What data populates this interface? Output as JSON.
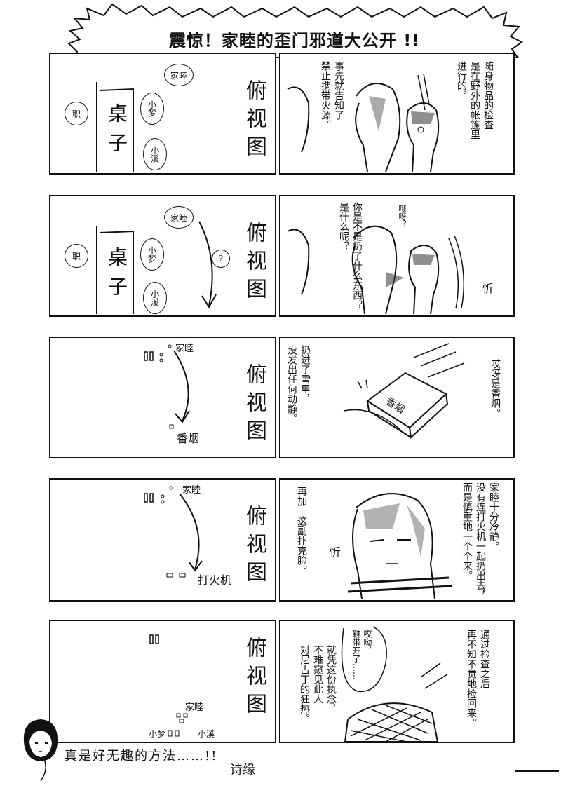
{
  "title": "震惊！家睦的歪门邪道大公开 !!",
  "rows": [
    {
      "left": {
        "view": "俯视图",
        "desk": "桌子",
        "people": [
          "职",
          "家睦",
          "小梦",
          "小溪"
        ]
      },
      "right": {
        "caption_a": "随身物品的检查\n是在野外的帐篷里\n进行的。",
        "caption_b": "事先就告知了\n禁止携带火源。"
      }
    },
    {
      "left": {
        "view": "俯视图",
        "desk": "桌子",
        "people": [
          "职",
          "家睦",
          "小梦",
          "小溪"
        ],
        "question": "?"
      },
      "right": {
        "caption_a": "你是不是扔了什么东西？\n是什么呢？",
        "exclaim": "哦呀？",
        "sfx": "忻"
      }
    },
    {
      "left": {
        "view": "俯视图",
        "person": "家睦",
        "item": "香烟"
      },
      "right": {
        "caption_a": "哎呀是香烟。",
        "caption_b": "扔进了雪里，\n没发出任何动静。",
        "pack_text": "香烟"
      }
    },
    {
      "left": {
        "view": "俯视图",
        "person": "家睦",
        "item": "打火机"
      },
      "right": {
        "caption_a": "家睦十分冷静。\n没有连打火机一起扔出去，\n而是慎重地一个个来。",
        "caption_b": "再加上这副扑克脸。",
        "sfx": "忻"
      }
    },
    {
      "left": {
        "view": "俯视图",
        "person": "家睦",
        "people": [
          "小梦",
          "小溪"
        ]
      },
      "right": {
        "caption_a": "通过检查之后\n再不知不觉地捡回来。",
        "caption_b": "就凭这份执念，\n不难窥见此人\n对尼古丁的狂热。",
        "bubble": "哎呦，\n鞋带开了……"
      }
    }
  ],
  "footer": {
    "text": "真是好无趣的方法……!!",
    "signature": "诗缘"
  }
}
